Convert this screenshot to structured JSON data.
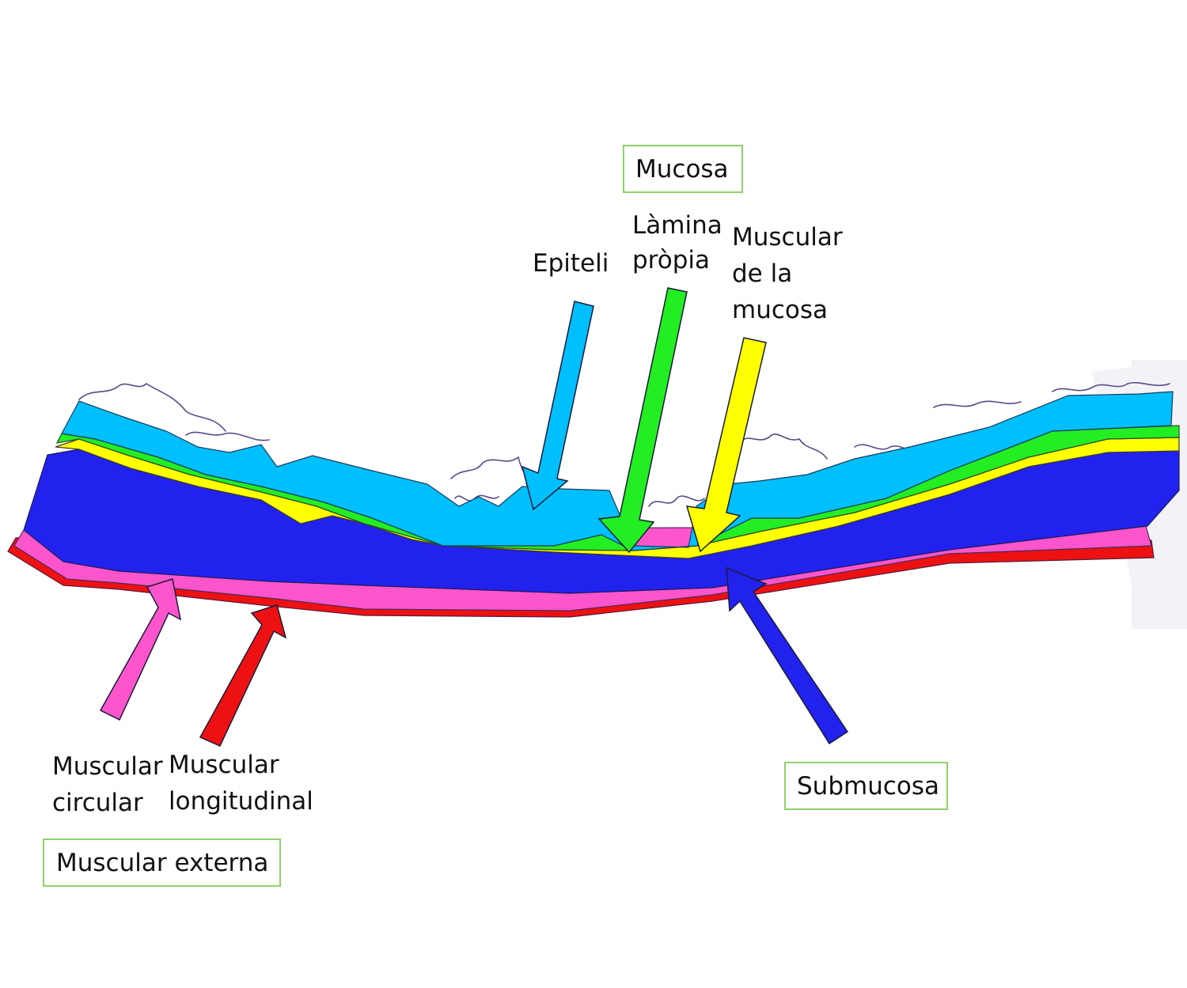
{
  "colors": {
    "epiteli": "#00bfff",
    "lamina_propia": "#22ee22",
    "muscular_mucosa": "#ffff00",
    "submucosa": "#2222ee",
    "muscular_circular": "#ff55cc",
    "muscular_longitudinal": "#ee1111",
    "box_border": "#8fd16a",
    "tissue_fibers": "#5a4a8a"
  },
  "group_labels": {
    "mucosa": "Mucosa",
    "submucosa": "Submucosa",
    "muscular_externa": "Muscular externa"
  },
  "layer_labels": {
    "epiteli": "Epiteli",
    "lamina_propia": [
      "Làmina",
      "pròpia"
    ],
    "muscular_mucosa": [
      "Muscular",
      "de la",
      "mucosa"
    ],
    "muscular_circular": [
      "Muscular",
      "circular"
    ],
    "muscular_longitudinal": [
      "Muscular",
      "longitudinal"
    ]
  }
}
